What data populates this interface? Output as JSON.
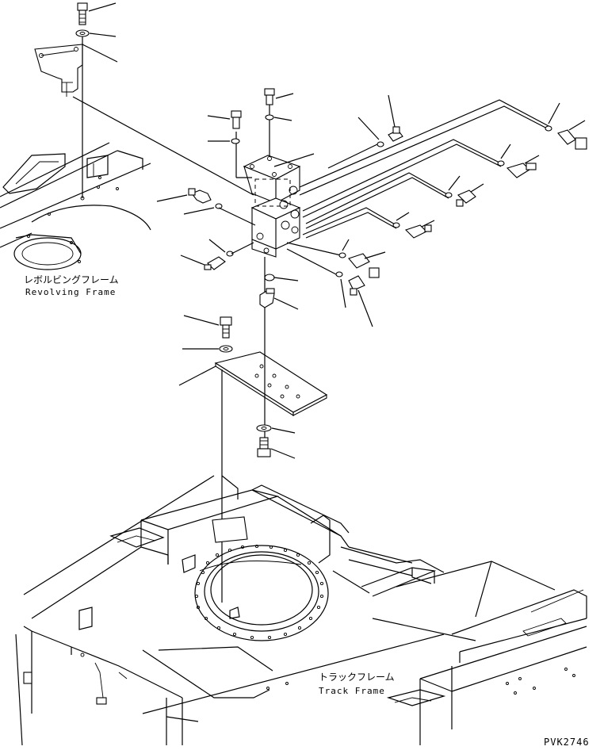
{
  "labels": {
    "revolving_jp": "レボルビングフレーム",
    "revolving_en": "Revolving Frame",
    "track_jp": "トラックフレーム",
    "track_en": "Track Frame",
    "drawing_code": "PVK2746"
  },
  "icons": [
    "bolt-icon",
    "washer-icon",
    "elbow-fitting-icon",
    "o-ring-icon",
    "swivel-joint-icon",
    "plate-icon"
  ]
}
